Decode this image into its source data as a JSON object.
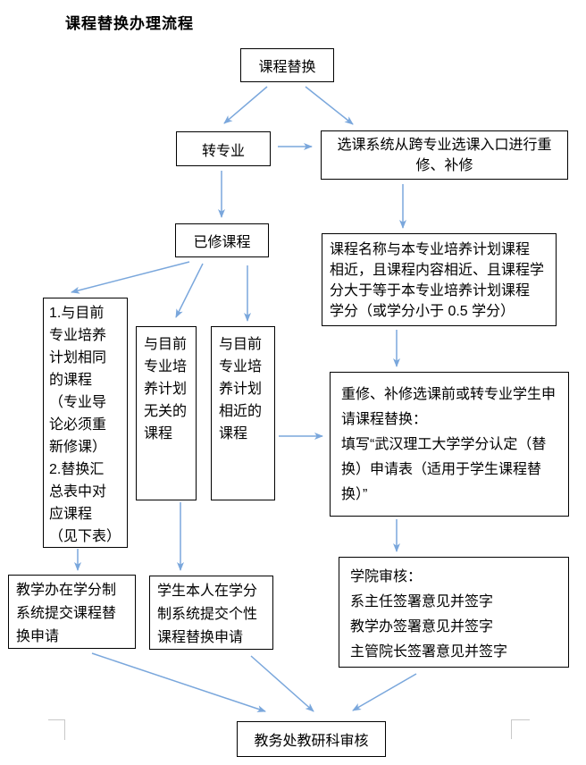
{
  "title": "课程替换办理流程",
  "nodes": {
    "start": {
      "label": "课程替换"
    },
    "transfer": {
      "label": "转专业"
    },
    "cross_entry": {
      "label": "选课系统从跨专业选课入口进行重\n修、补修"
    },
    "criteria": {
      "label": "课程名称与本专业培养计划课程\n相近，且课程内容相近、且课程学\n分大于等于本专业培养计划课程\n学分（或学分小于 0.5 学分）"
    },
    "completed": {
      "label": "已修课程"
    },
    "same_plan_courses": {
      "label": "1.与目前\n专业培养\n计划相同\n的课程\n（专业导\n论必须重\n新修课）\n2.替换汇\n总表中对\n应课程\n（见下表）"
    },
    "unrelated_courses": {
      "label": "与目前\n专业培\n养计划\n无关的\n课程"
    },
    "similar_courses": {
      "label": "与目前\n专业培\n养计划\n相近的\n课程"
    },
    "apply": {
      "label": "重修、补修选课前或转专业学生申\n请课程替换：\n填写“武汉理工大学学分认定（替\n换）申请表（适用于学生课程替\n换）”"
    },
    "college_review": {
      "label": "学院审核：\n系主任签署意见并签字\n教学办签署意见并签字\n主管院长签署意见并签字"
    },
    "teaching_office_submit": {
      "label": "教学办在学分制\n系统提交课程替\n换申请"
    },
    "student_self_submit": {
      "label": "学生本人在学分\n制系统提交个性\n课程替换申请"
    },
    "final_review": {
      "label": "教务处教研科审核"
    }
  },
  "colors": {
    "arrow": "#7aa7dc",
    "border": "#000000",
    "crop_mark": "#c8c8c8"
  }
}
